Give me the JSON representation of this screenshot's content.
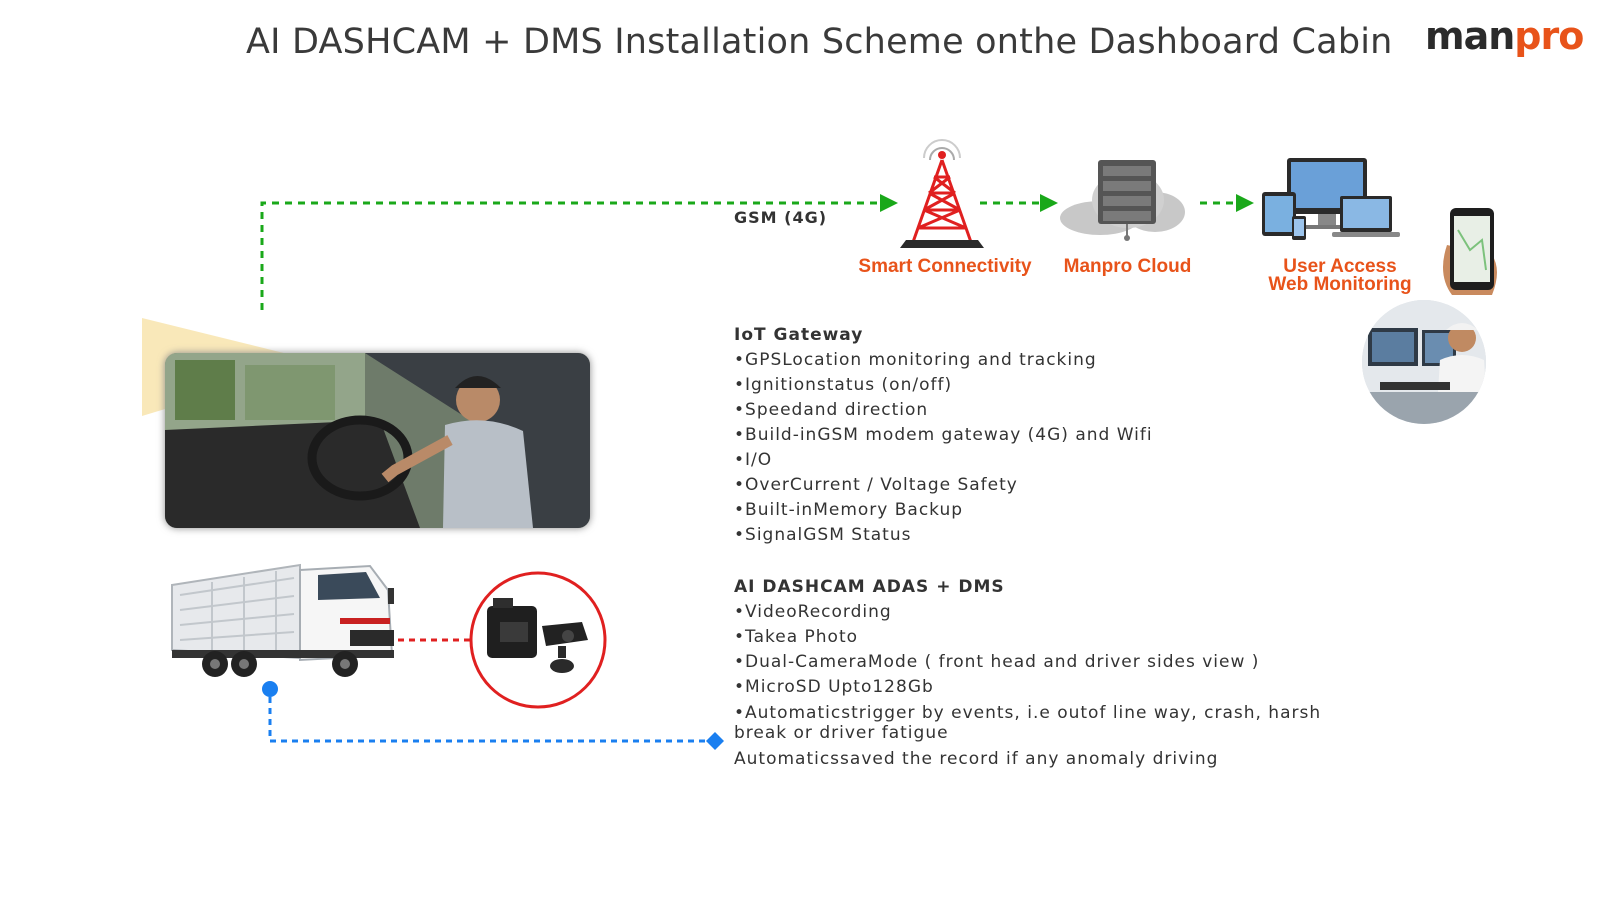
{
  "title": "AI DASHCAM + DMS Installation Scheme onthe Dashboard Cabin",
  "logo": {
    "part1": "man",
    "part2": "pro"
  },
  "gsm_label": "GSM (4G)",
  "nodes": {
    "tower": "Smart Connectivity",
    "cloud": "Manpro Cloud",
    "user_line1": "User Access",
    "user_line2": "Web Monitoring"
  },
  "iot": {
    "heading": "IoT Gateway",
    "items": [
      "•GPSLocation monitoring and tracking",
      "•Ignitionstatus (on/off)",
      "•Speedand direction",
      "•Build-inGSM modem gateway (4G) and Wifi",
      "•I/O",
      "•OverCurrent / Voltage Safety",
      "•Built-inMemory Backup",
      "•SignalGSM Status"
    ]
  },
  "dashcam": {
    "heading": "AI DASHCAM ADAS + DMS",
    "items": [
      "•VideoRecording",
      "•Takea Photo",
      "•Dual-CameraMode ( front head and driver sides view )",
      "•MicroSD Upto128Gb",
      "•Automaticstrigger by events, i.e outof line way, crash, harsh break or driver fatigue",
      "Automaticssaved the record if any anomaly driving"
    ]
  },
  "colors": {
    "green": "#1aa81a",
    "red": "#e02020",
    "blue": "#1a7ff0",
    "orange": "#e8531a",
    "text": "#333333"
  },
  "icons": [
    "cell-tower-icon",
    "cloud-server-icon",
    "devices-icon",
    "smartphone-icon",
    "operator-photo",
    "driver-photo",
    "truck-image",
    "dashcam-device-image"
  ]
}
